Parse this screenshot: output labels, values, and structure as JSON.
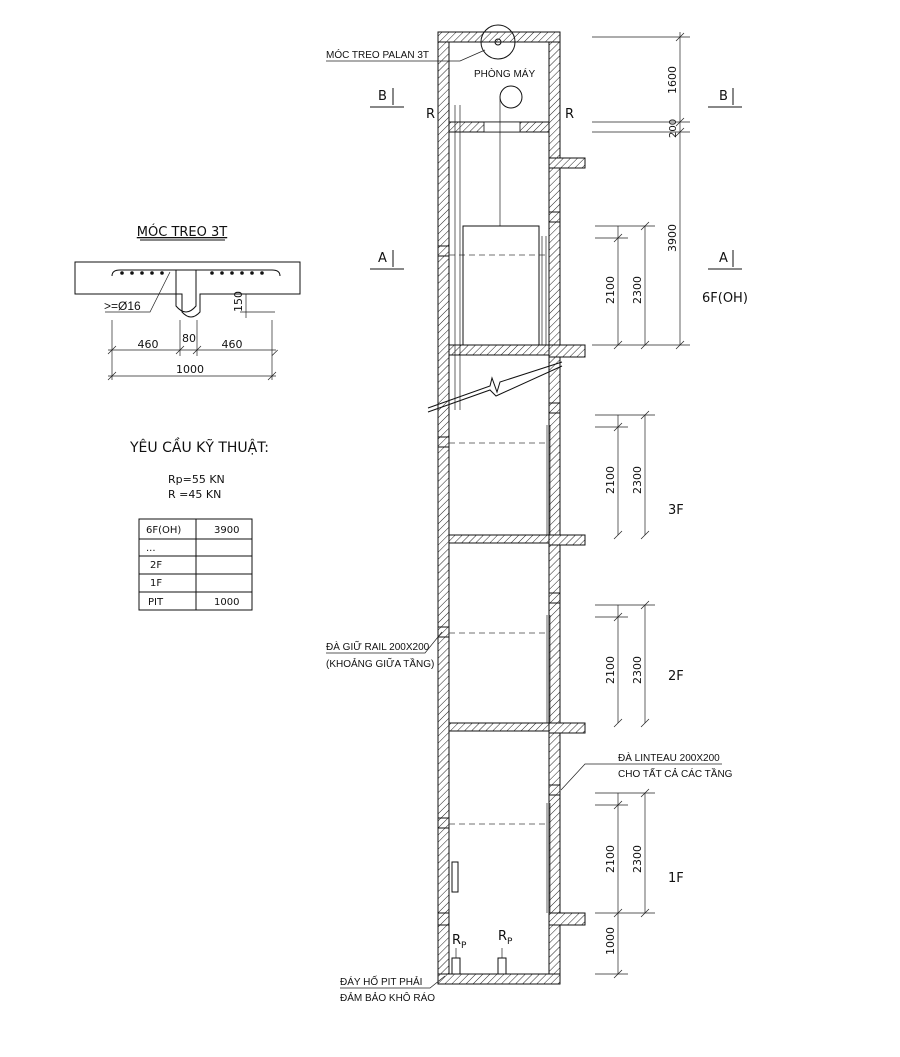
{
  "detail": {
    "title": "MÓC TREO 3T",
    "rebar_label": ">=Ø16",
    "dim_150": "150",
    "dim_460_left": "460",
    "dim_80": "80",
    "dim_460_right": "460",
    "dim_1000": "1000"
  },
  "requirements": {
    "title": "YÊU CẦU KỸ THUẬT:",
    "rp": "Rp=55 KN",
    "r": "R =45 KN",
    "table": [
      [
        "6F(OH)",
        "3900"
      ],
      [
        "...",
        ""
      ],
      [
        "2F",
        ""
      ],
      [
        "1F",
        ""
      ],
      [
        "PIT",
        "1000"
      ]
    ]
  },
  "shaft": {
    "hook_label": "MÓC TREO PALAN 3T",
    "machine_room": "PHÒNG MÁY",
    "section_b": "B",
    "section_a": "A",
    "rail_r": "R",
    "rail_beam_line1": "ĐÀ GIỮ RAIL 200X200",
    "rail_beam_line2": "(KHOẢNG GIỮA TẦNG)",
    "lintel_line1": "ĐÀ LINTEAU 200X200",
    "lintel_line2": "CHO TẤT CẢ CÁC TẦNG",
    "pit_line1": "ĐÁY HỐ PIT PHẢI",
    "pit_line2": "ĐẢM BẢO KHÔ RÁO",
    "rp_main": "R",
    "rp_sub": "P"
  },
  "dimensions": {
    "d1600": "1600",
    "d200": "200",
    "d3900": "3900",
    "d2100": "2100",
    "d2300": "2300",
    "d1000": "1000"
  },
  "floors": {
    "f6": "6F(OH)",
    "f3": "3F",
    "f2": "2F",
    "f1": "1F"
  }
}
